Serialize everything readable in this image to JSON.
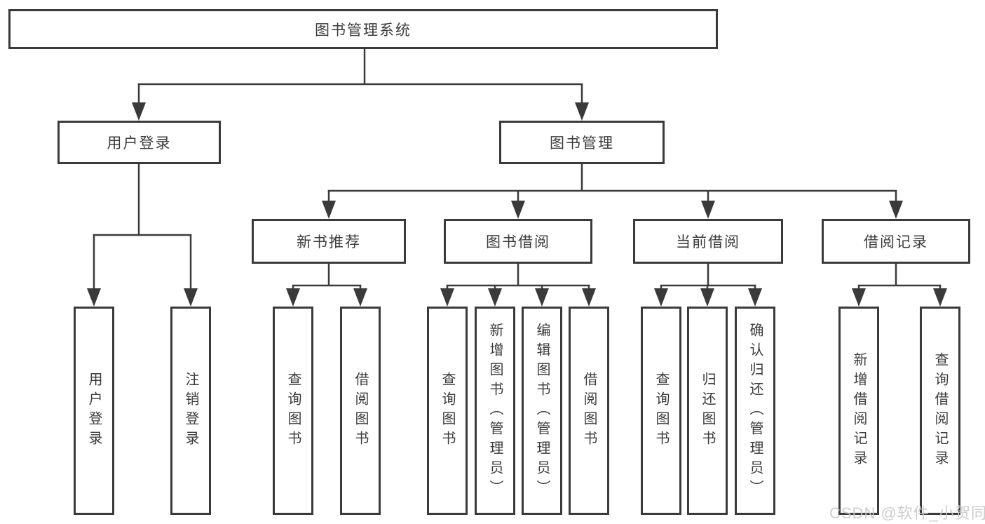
{
  "diagram": {
    "root": {
      "label": "图书管理系统",
      "children": [
        {
          "label": "用户登录",
          "children": [
            {
              "label": "用户登录"
            },
            {
              "label": "注销登录"
            }
          ]
        },
        {
          "label": "图书管理",
          "children": [
            {
              "label": "新书推荐",
              "children": [
                {
                  "label": "查询图书"
                },
                {
                  "label": "借阅图书"
                }
              ]
            },
            {
              "label": "图书借阅",
              "children": [
                {
                  "label": "查询图书"
                },
                {
                  "label": "新增图书（管理员）"
                },
                {
                  "label": "编辑图书（管理员）"
                },
                {
                  "label": "借阅图书"
                }
              ]
            },
            {
              "label": "当前借阅",
              "children": [
                {
                  "label": "查询图书"
                },
                {
                  "label": "归还图书"
                },
                {
                  "label": "确认归还（管理员）"
                }
              ]
            },
            {
              "label": "借阅记录",
              "children": [
                {
                  "label": "新增借阅记录"
                },
                {
                  "label": "查询借阅记录"
                }
              ]
            }
          ]
        }
      ]
    }
  },
  "watermark": {
    "text": "CSDN @软件_小贺同学",
    "color": "#c8c8c8"
  },
  "colors": {
    "line": "#3a3a3a",
    "box_border": "#3a3a3a",
    "text": "#3c3c3c",
    "background": "#ffffff"
  }
}
